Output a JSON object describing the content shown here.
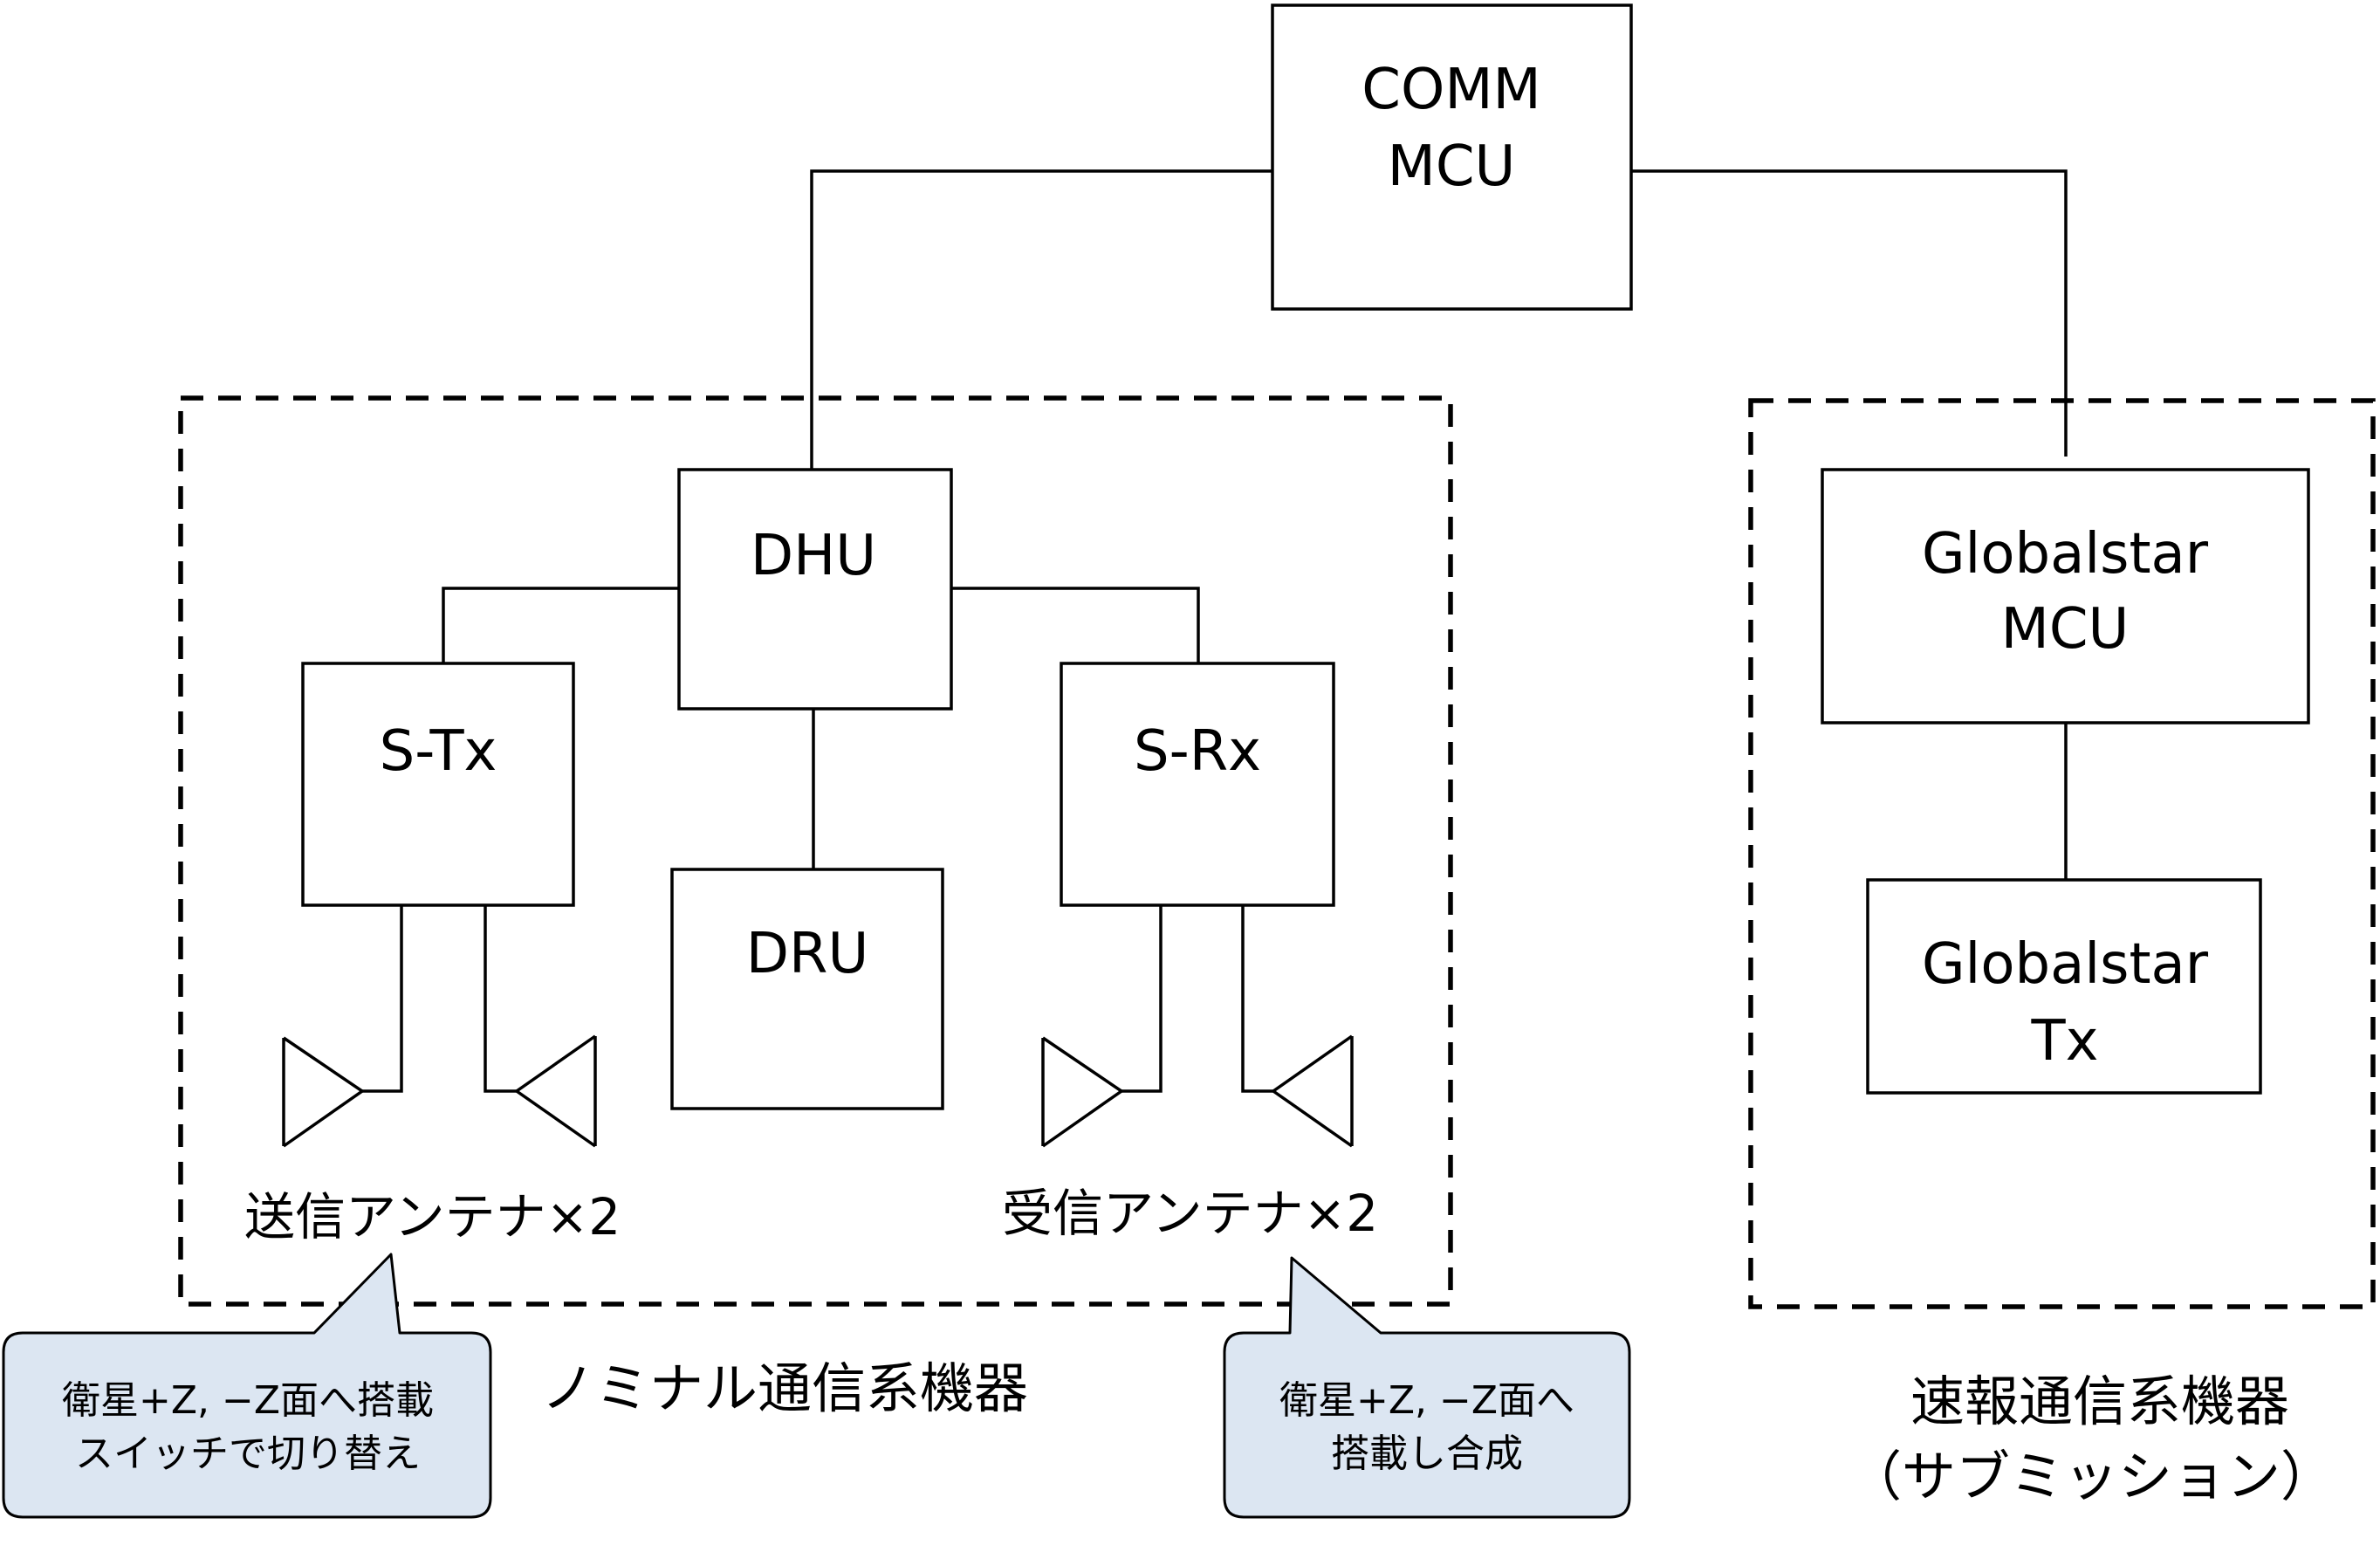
{
  "boxes": {
    "comm_mcu": [
      "COMM",
      "MCU"
    ],
    "dhu": [
      "DHU"
    ],
    "s_tx": [
      "S-Tx"
    ],
    "dru": [
      "DRU"
    ],
    "s_rx": [
      "S-Rx"
    ],
    "globalstar_mcu": [
      "Globalstar",
      "MCU"
    ],
    "globalstar_tx": [
      "Globalstar",
      "Tx"
    ]
  },
  "antenna_captions": {
    "tx": "送信アンテナ×2",
    "rx": "受信アンテナ×2"
  },
  "groups": {
    "nominal": {
      "label": [
        "ノミナル通信系機器"
      ],
      "members": [
        "dhu",
        "s_tx",
        "dru",
        "s_rx",
        "tx_antennas",
        "rx_antennas"
      ]
    },
    "express": {
      "label": [
        "速報通信系機器",
        "（サブミッション）"
      ],
      "members": [
        "globalstar_mcu",
        "globalstar_tx"
      ]
    }
  },
  "callouts": {
    "tx_note": [
      "衛星+Z, −Z面へ搭載",
      "スイッチで切り替え"
    ],
    "rx_note": [
      "衛星+Z, −Z面へ",
      "搭載し合成"
    ]
  },
  "connections": [
    {
      "from": "comm_mcu",
      "to": "dhu"
    },
    {
      "from": "comm_mcu",
      "to": "globalstar_mcu"
    },
    {
      "from": "dhu",
      "to": "s_tx"
    },
    {
      "from": "dhu",
      "to": "s_rx"
    },
    {
      "from": "dhu",
      "to": "dru"
    },
    {
      "from": "s_tx",
      "to": "tx_antennas"
    },
    {
      "from": "s_rx",
      "to": "rx_antennas"
    },
    {
      "from": "globalstar_mcu",
      "to": "globalstar_tx"
    }
  ],
  "colors": {
    "line": "#000000",
    "callout_fill": "#dce6f2",
    "background": "#ffffff"
  }
}
